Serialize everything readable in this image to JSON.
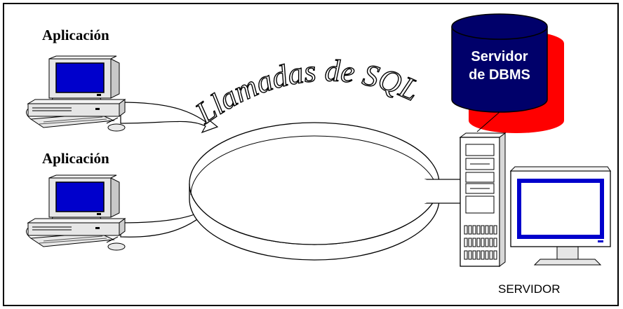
{
  "clients": [
    {
      "label": "Aplicación"
    },
    {
      "label": "Aplicación"
    }
  ],
  "channel": {
    "label": "Llamadas de SQL"
  },
  "database": {
    "line1": "Servidor",
    "line2": "de DBMS"
  },
  "server": {
    "label": "SERVIDOR"
  },
  "colors": {
    "db_front": "#00006a",
    "db_shadow": "#ff0000",
    "screen": "#0000cc",
    "case": "#e6e6e6",
    "outline": "#000000"
  }
}
